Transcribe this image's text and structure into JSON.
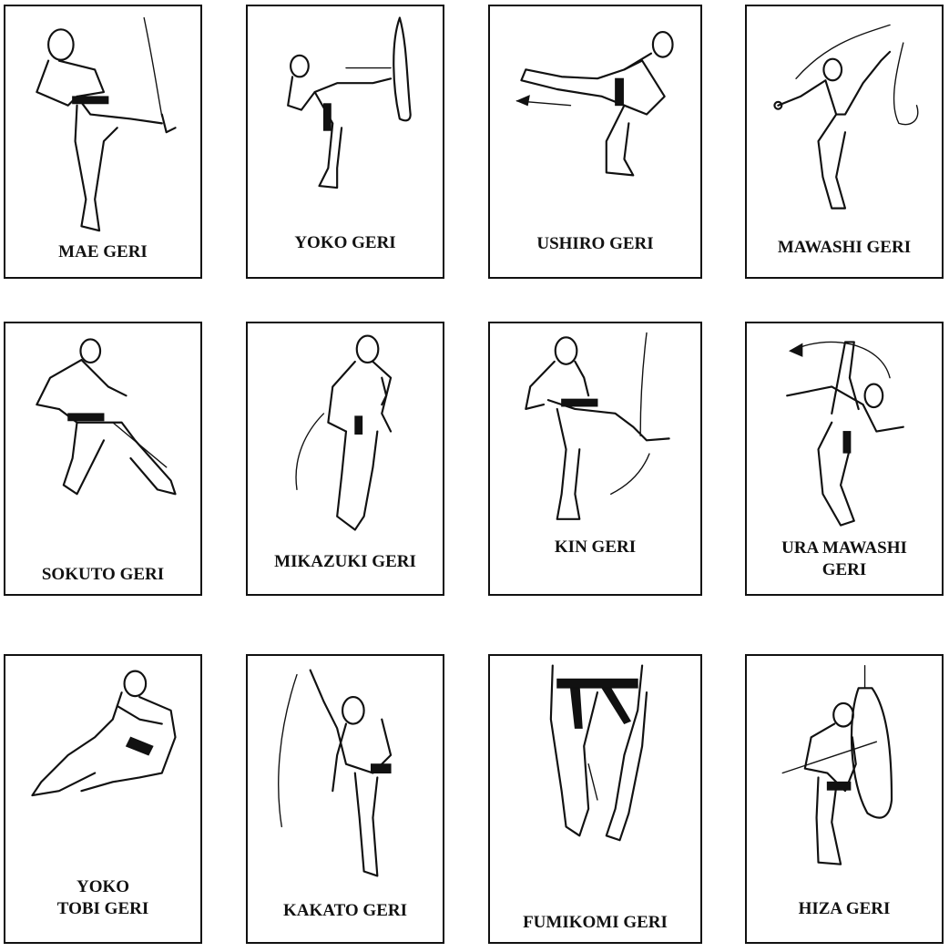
{
  "kicks": [
    {
      "label": "MAE GERI"
    },
    {
      "label": "YOKO GERI"
    },
    {
      "label": "USHIRO GERI"
    },
    {
      "label": "MAWASHI GERI"
    },
    {
      "label": "SOKUTO GERI"
    },
    {
      "label": "MIKAZUKI GERI"
    },
    {
      "label": "KIN GERI"
    },
    {
      "label": "URA MAWASHI\nGERI"
    },
    {
      "label": "YOKO\nTOBI GERI"
    },
    {
      "label": "KAKATO GERI"
    },
    {
      "label": "FUMIKOMI GERI"
    },
    {
      "label": "HIZA GERI"
    }
  ]
}
